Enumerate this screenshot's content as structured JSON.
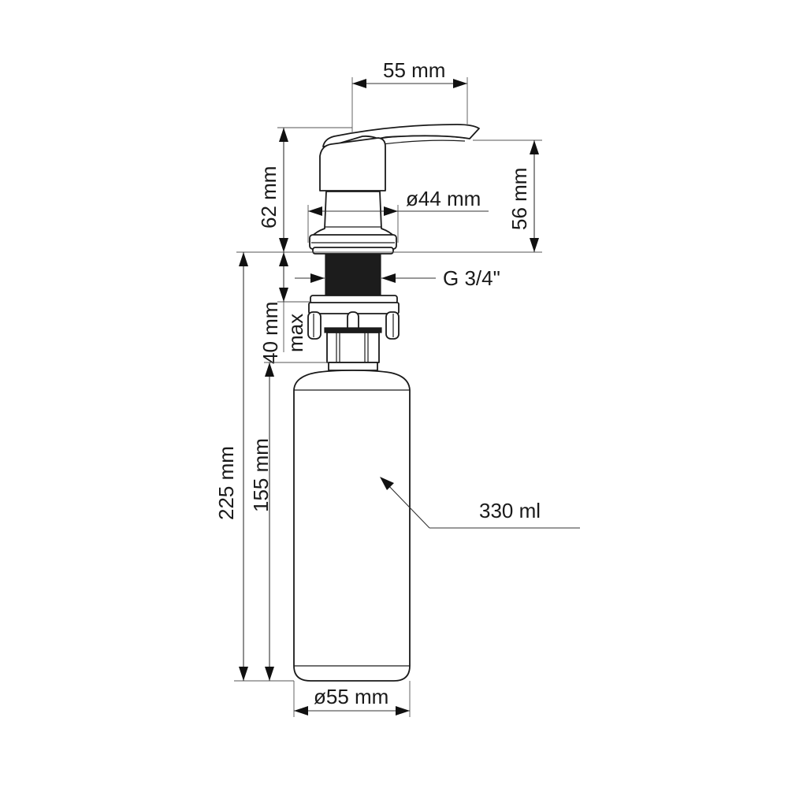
{
  "diagram": {
    "title": "Soap dispenser dimension drawing",
    "colors": {
      "line": "#1a1a1a",
      "thread": "#1c1c1c",
      "background": "#ffffff"
    },
    "dimensions": {
      "lever_reach": "55 mm",
      "head_total_height": "62 mm",
      "head_height_above_deck": "56 mm",
      "base_diameter": "ø44 mm",
      "thread_size": "G 3/4\"",
      "max_countertop_thickness_value": "40 mm",
      "max_countertop_thickness_suffix": "max",
      "overall_below_deck": "225 mm",
      "bottle_height": "155 mm",
      "bottle_diameter": "ø55 mm",
      "bottle_capacity": "330 ml"
    },
    "components": [
      {
        "name": "pump-head-with-lever"
      },
      {
        "name": "deck-flange"
      },
      {
        "name": "threaded-shank"
      },
      {
        "name": "mounting-nut"
      },
      {
        "name": "bottle-neck"
      },
      {
        "name": "bottle"
      }
    ]
  }
}
